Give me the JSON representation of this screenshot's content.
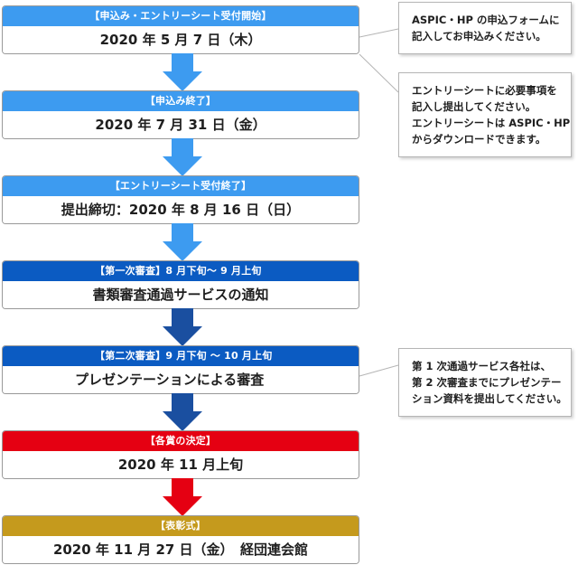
{
  "steps": [
    {
      "header": "【申込み・エントリーシート受付開始】",
      "body": "2020 年 5 月 7 日（木）"
    },
    {
      "header": "【申込み終了】",
      "body": "2020 年 7 月 31 日（金）"
    },
    {
      "header": "【エントリーシート受付終了】",
      "body": "提出締切：2020 年 8 月 16 日（日）"
    },
    {
      "header": "【第一次審査】8 月下旬～ 9 月上旬",
      "body": "書類審査通過サービスの通知"
    },
    {
      "header": "【第二次審査】9 月下旬 ～ 10 月上旬",
      "body": "プレゼンテーションによる審査"
    },
    {
      "header": "【各賞の決定】",
      "body": "2020 年 11 月上旬"
    },
    {
      "header": "【表彰式】",
      "body": "2020 年 11 月 27 日（金）　経団連会館"
    }
  ],
  "notes": [
    {
      "lines": [
        "ASPIC・HP の申込フォームに",
        "記入してお申込みください。"
      ]
    },
    {
      "lines": [
        "エントリーシートに必要事項を",
        "記入し提出してください。",
        "エントリーシートは ASPIC・HP",
        "からダウンロードできます。"
      ]
    },
    {
      "lines": [
        "第 1 次通過サービス各社は、",
        "第 2 次審査までにプレゼンテー",
        "ション資料を提出してください。"
      ]
    }
  ],
  "colors": {
    "light_blue": "#3d9bf0",
    "dark_blue": "#0b5bc2",
    "navy_arrow": "#1a4fa0",
    "red": "#e50012",
    "gold": "#c59a1d"
  }
}
